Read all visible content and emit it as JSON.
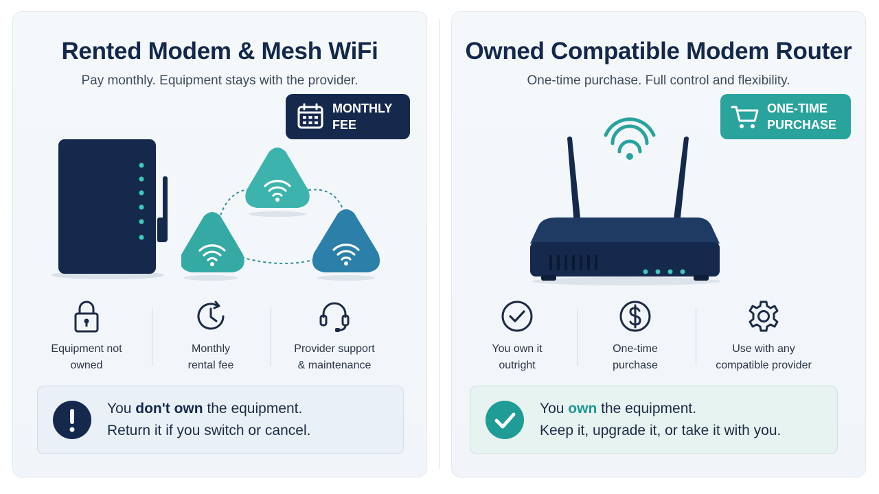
{
  "left": {
    "title": "Rented Modem & Mesh WiFi",
    "subtitle": "Pay monthly. Equipment stays with the provider.",
    "badge": {
      "line1": "MONTHLY",
      "line2": "FEE",
      "icon": "calendar-icon"
    },
    "features": [
      {
        "label": "Equipment not\nowned",
        "icon": "lock-icon"
      },
      {
        "label": "Monthly\nrental fee",
        "icon": "clock-icon"
      },
      {
        "label": "Provider support\n& maintenance",
        "icon": "headset-icon"
      }
    ],
    "callout": {
      "pre": "You ",
      "bold": "don't own",
      "post": " the equipment.",
      "line2": "Return it if you switch or cancel.",
      "icon": "exclamation-icon"
    }
  },
  "right": {
    "title": "Owned Compatible Modem Router",
    "subtitle": "One-time purchase. Full control and flexibility.",
    "badge": {
      "line1": "ONE-TIME",
      "line2": "PURCHASE",
      "icon": "cart-icon"
    },
    "features": [
      {
        "label": "You own it\noutright",
        "icon": "check-circle-icon"
      },
      {
        "label": "One-time\npurchase",
        "icon": "dollar-icon"
      },
      {
        "label": "Use with any\ncompatible provider",
        "icon": "gear-icon"
      }
    ],
    "callout": {
      "pre": "You ",
      "bold": "own",
      "post": " the equipment.",
      "line2": "Keep it, upgrade it, or take it with you.",
      "icon": "checkmark-icon"
    }
  },
  "colors": {
    "navy": "#15294d",
    "teal": "#2aa39d",
    "mesh_teal": "#3cb4ad",
    "mesh_blue": "#2b7fa8"
  }
}
